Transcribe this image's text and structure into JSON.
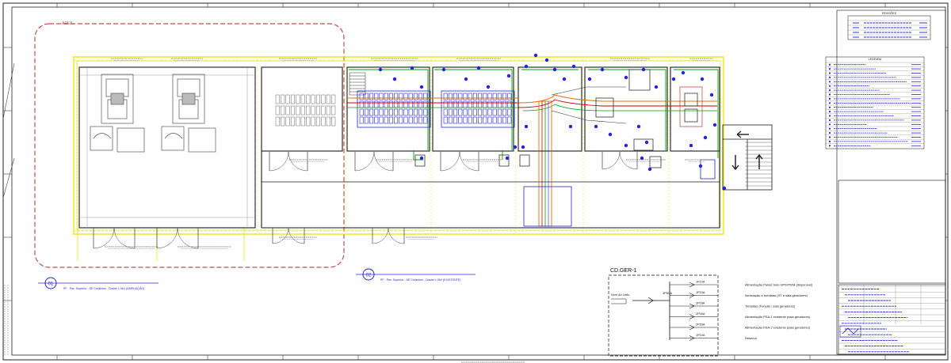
{
  "sheet": {
    "area_label": "AREA",
    "view_01": {
      "number": "01",
      "title": "PF - Pav. Superior - SE Cerâmica - Classe 1,0kV (AMPLIAÇÃO)"
    },
    "view_02": {
      "number": "02",
      "title": "PF - Pav. Superior - SE Cerâmica - Classe 1,0kV (EXISTENTE)"
    }
  },
  "panel_schedule": {
    "title": "CD.GER-1",
    "main_breaker": "3P50A",
    "feeder_note": "Vem do Leito",
    "circuits": [
      {
        "breaker": "1P10A",
        "description": "Alimentação Painel Solo UPS/ITEM (disponível)"
      },
      {
        "breaker": "1P10A",
        "description": "Iluminação e tomadas (ST e sala geradores)"
      },
      {
        "breaker": "2P16A",
        "description": "Tomadas (Função / sala geradores)"
      },
      {
        "breaker": "2P16A",
        "description": "Alimentação PSA-1 existente (sala geradores)"
      },
      {
        "breaker": "2P16A",
        "description": "Alimentação PSA-2 existente (sala geradores)"
      },
      {
        "breaker": "1P10A",
        "description": "Reserva"
      }
    ]
  },
  "legend": {
    "title": "LEGENDA",
    "row_count": 20
  },
  "revision_table": {
    "title": "REVISÕES",
    "row_count": 4
  },
  "colors": {
    "background": "#ffffff",
    "line": "#1a1a1a",
    "grid": "#9a9a9a",
    "yellow_wall": "#e6e600",
    "area_outline": "#c0504d",
    "equipment_blue": "#2424d6",
    "cable_green": "#00a000",
    "cable_orange": "#e07000",
    "cable_red": "#cc0000"
  }
}
